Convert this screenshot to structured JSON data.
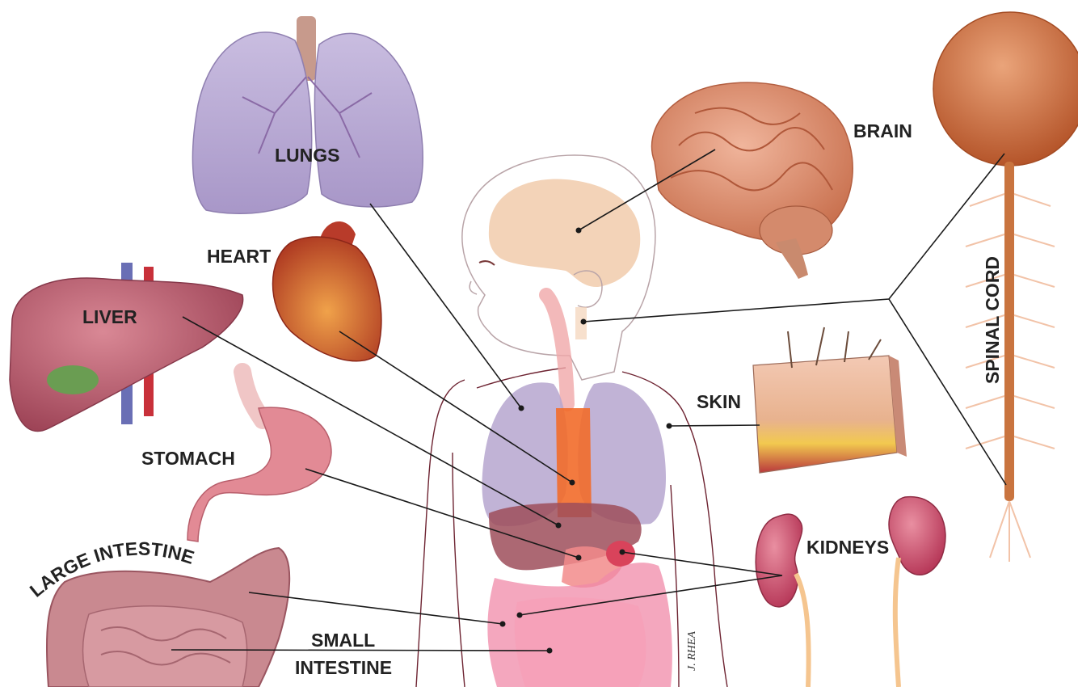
{
  "labels": {
    "lungs": "LUNGS",
    "brain": "BRAIN",
    "heart": "HEART",
    "liver": "LIVER",
    "skin": "SKIN",
    "stomach": "STOMACH",
    "spinal_cord": "SPINAL CORD",
    "kidneys": "KIDNEYS",
    "large_intestine": "LARGE INTESTINE",
    "small_intestine_line1": "SMALL",
    "small_intestine_line2": "INTESTINE"
  },
  "signature": "J. RHEA",
  "colors": {
    "lungs": "#b6a6cf",
    "brain": "#d98a6a",
    "heart": "#c9492e",
    "liver": "#b45a6a",
    "stomach": "#e59099",
    "kidneys": "#c74a68",
    "intestine": "#b97078",
    "spinal_cord": "#c46a3c",
    "body_outline": "#6e2432",
    "leader_line": "#1a1a1a"
  }
}
